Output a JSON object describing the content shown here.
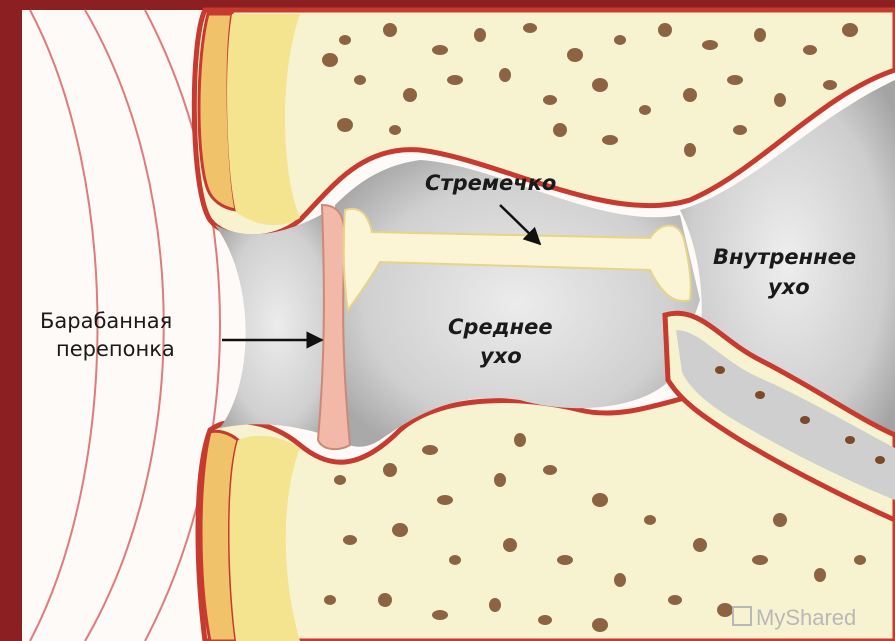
{
  "labels": {
    "eardrum": {
      "line1": "Барабанная",
      "line2": "перепонка"
    },
    "stapes": "Стремечко",
    "middle_ear": {
      "line1": "Среднее",
      "line2": "ухо"
    },
    "inner_ear": {
      "line1": "Внутреннее",
      "line2": "ухо"
    }
  },
  "watermark": "MyShared",
  "colors": {
    "frame": "#8b1f22",
    "bone": "#f7f3d0",
    "outer_wall": "#d9473a",
    "cartilage": "#f0c36a",
    "cavity": "#cfcfcf",
    "membrane": "#f2b9a8",
    "ossicle": "#fbf5d6",
    "bone_spots": "#7a4a2a"
  }
}
